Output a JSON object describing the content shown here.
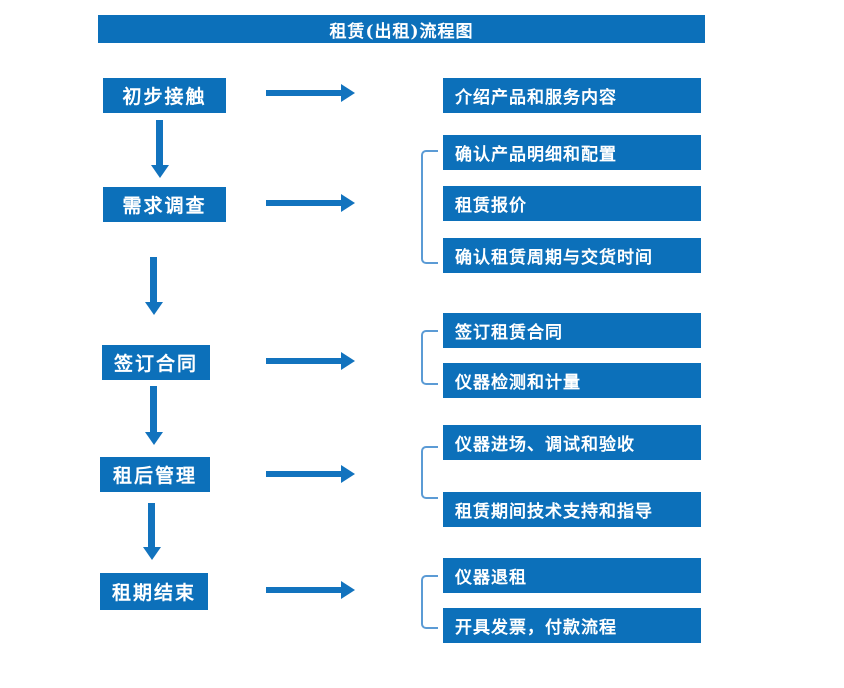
{
  "title": "租赁(出租)流程图",
  "colors": {
    "box_blue": "#0C70BA",
    "arrow_blue": "#1273BE",
    "bracket_blue": "#5B9BD5",
    "text_white": "#FFFFFF"
  },
  "flow": {
    "steps": [
      {
        "label": "初步接触",
        "targets": [
          "介绍产品和服务内容"
        ]
      },
      {
        "label": "需求调查",
        "targets": [
          "确认产品明细和配置",
          "租赁报价",
          "确认租赁周期与交货时间"
        ]
      },
      {
        "label": "签订合同",
        "targets": [
          "签订租赁合同",
          "仪器检测和计量"
        ]
      },
      {
        "label": "租后管理",
        "targets": [
          "仪器进场、调试和验收",
          "租赁期间技术支持和指导"
        ]
      },
      {
        "label": "租期结束",
        "targets": [
          "仪器退租",
          "开具发票，付款流程"
        ]
      }
    ]
  }
}
